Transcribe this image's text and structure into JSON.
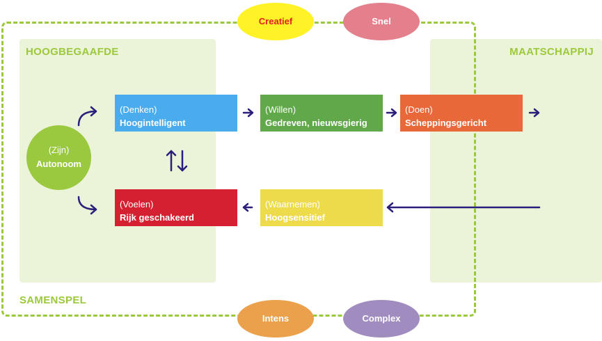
{
  "panels": {
    "left_heading": "HOOGBEGAAFDE",
    "right_heading": "MAATSCHAPPIJ",
    "bottom_heading": "SAMENSPEL"
  },
  "center": {
    "line1": "(Zijn)",
    "line2": "Autonoom",
    "color": "#9ac93f"
  },
  "boxes": {
    "denken": {
      "line1": "(Denken)",
      "line2": "Hoogintelligent",
      "color": "#4aacec"
    },
    "willen": {
      "line1": "(Willen)",
      "line2": "Gedreven, nieuwsgierig",
      "color": "#61a84a"
    },
    "doen": {
      "line1": "(Doen)",
      "line2": "Scheppingsgericht",
      "color": "#e8683a"
    },
    "voelen": {
      "line1": "(Voelen)",
      "line2": "Rijk geschakeerd",
      "color": "#d42030"
    },
    "waarnemen": {
      "line1": "(Waarnemen)",
      "line2": "Hoogsensitief",
      "color": "#eedb4c"
    }
  },
  "ovals": {
    "creatief": "Creatief",
    "snel": "Snel",
    "intens": "Intens",
    "complex": "Complex"
  },
  "colors": {
    "accent_green": "#9cc93b",
    "panel_bg": "#ebf3d8",
    "arrow": "#2a1f7a"
  },
  "icons": {
    "curved_up": "curved-arrow-up-right-icon",
    "curved_down": "curved-arrow-down-right-icon",
    "swap": "up-down-arrows-icon",
    "right": "arrow-right-icon",
    "left": "arrow-left-icon"
  }
}
